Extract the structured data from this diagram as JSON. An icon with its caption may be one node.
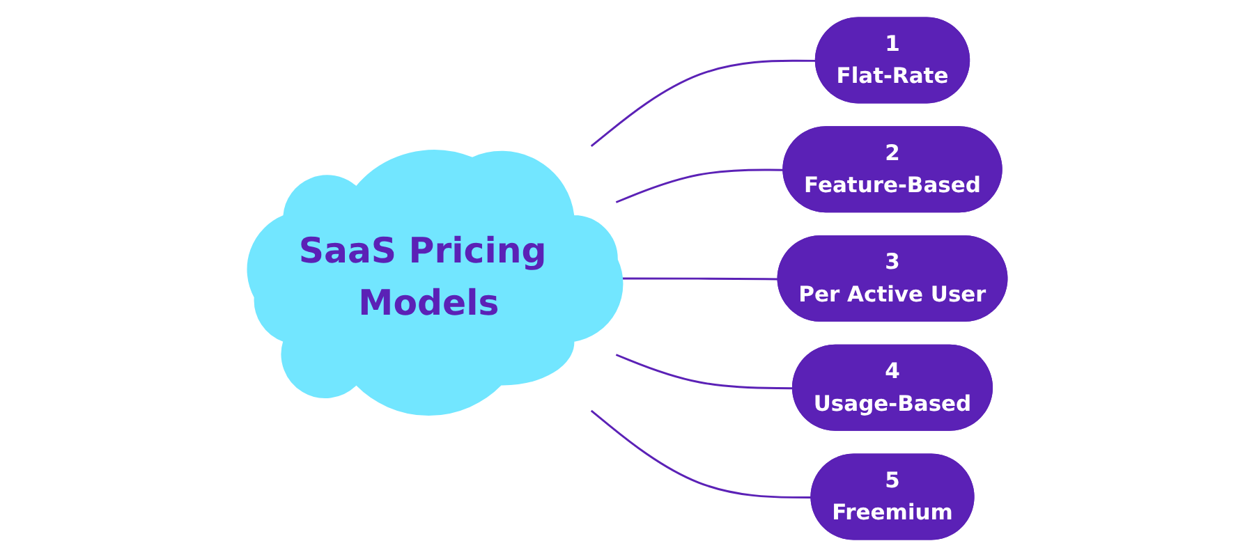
{
  "diagram": {
    "nodes": [
      {
        "text": [
          "SaaS Pricing Models"
        ]
      },
      {
        "text": [
          "1",
          "Flat-Rate"
        ]
      },
      {
        "text": [
          "2",
          "Feature-Based"
        ]
      },
      {
        "text": [
          "3",
          "Per Active User"
        ]
      },
      {
        "text": [
          "4",
          "Usage-Based"
        ]
      },
      {
        "text": [
          "5",
          "Freemium"
        ]
      }
    ],
    "edges": [
      {
        "from": 0,
        "to": 1,
        "arrow": "none"
      },
      {
        "from": 0,
        "to": 2,
        "arrow": "none"
      },
      {
        "from": 0,
        "to": 3,
        "arrow": "none"
      },
      {
        "from": 0,
        "to": 4,
        "arrow": "none"
      },
      {
        "from": 0,
        "to": 5,
        "arrow": "none"
      }
    ]
  }
}
